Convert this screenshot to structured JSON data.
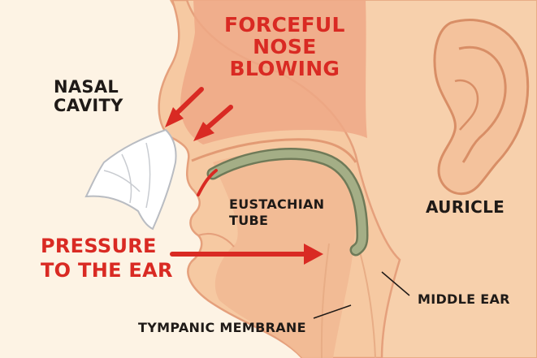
{
  "title": {
    "line1": "FORCEFUL",
    "line2": "NOSE",
    "line3": "BLOWING"
  },
  "labels": {
    "nasal_cavity_line1": "NASAL",
    "nasal_cavity_line2": "CAVITY",
    "eustachian_line1": "EUSTACHIAN",
    "eustachian_line2": "TUBE",
    "auricle": "AURICLE",
    "pressure_line1": "PRESSURE",
    "pressure_line2": "TO THE EAR",
    "middle_ear": "MIDDLE EAR",
    "tympanic_membrane": "TYMPANIC MEMBRANE"
  },
  "colors": {
    "background": "#fdf3e4",
    "skin": "#f6c9a2",
    "skin_inner": "#eea886",
    "outline": "#e5a07c",
    "accent_red": "#d92a23",
    "tube": "#8f9a74",
    "text_dark": "#1f1a17"
  },
  "icons": [
    "tissue-icon",
    "arrow-icon"
  ]
}
